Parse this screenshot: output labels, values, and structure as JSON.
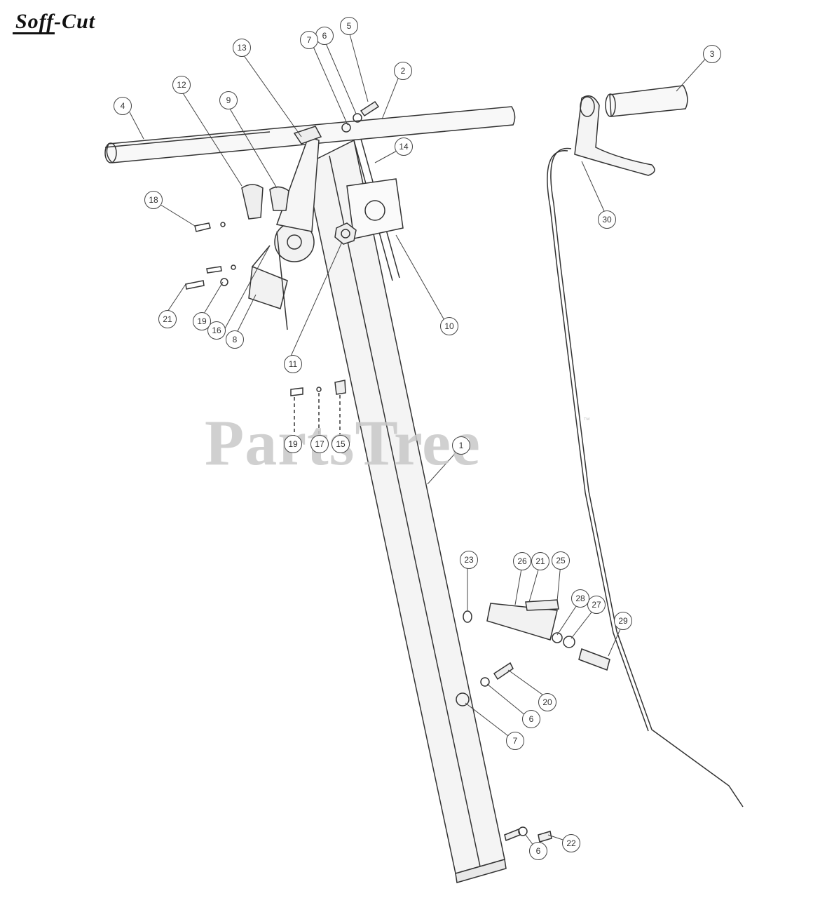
{
  "brand": {
    "logo_text": "Soff-Cut"
  },
  "watermark": {
    "text": "PartsTree",
    "trademark": "™"
  },
  "callouts": [
    {
      "id": "c1",
      "label": "1"
    },
    {
      "id": "c2",
      "label": "2"
    },
    {
      "id": "c3",
      "label": "3"
    },
    {
      "id": "c4",
      "label": "4"
    },
    {
      "id": "c5",
      "label": "5"
    },
    {
      "id": "c6a",
      "label": "6"
    },
    {
      "id": "c6b",
      "label": "6"
    },
    {
      "id": "c6c",
      "label": "6"
    },
    {
      "id": "c7a",
      "label": "7"
    },
    {
      "id": "c7b",
      "label": "7"
    },
    {
      "id": "c8",
      "label": "8"
    },
    {
      "id": "c9",
      "label": "9"
    },
    {
      "id": "c10",
      "label": "10"
    },
    {
      "id": "c11",
      "label": "11"
    },
    {
      "id": "c12",
      "label": "12"
    },
    {
      "id": "c13",
      "label": "13"
    },
    {
      "id": "c14",
      "label": "14"
    },
    {
      "id": "c15",
      "label": "15"
    },
    {
      "id": "c16",
      "label": "16"
    },
    {
      "id": "c17",
      "label": "17"
    },
    {
      "id": "c18",
      "label": "18"
    },
    {
      "id": "c19a",
      "label": "19"
    },
    {
      "id": "c19b",
      "label": "19"
    },
    {
      "id": "c20",
      "label": "20"
    },
    {
      "id": "c21a",
      "label": "21"
    },
    {
      "id": "c21b",
      "label": "21"
    },
    {
      "id": "c22",
      "label": "22"
    },
    {
      "id": "c23",
      "label": "23"
    },
    {
      "id": "c25",
      "label": "25"
    },
    {
      "id": "c26",
      "label": "26"
    },
    {
      "id": "c27",
      "label": "27"
    },
    {
      "id": "c28",
      "label": "28"
    },
    {
      "id": "c29",
      "label": "29"
    },
    {
      "id": "c30",
      "label": "30"
    }
  ]
}
